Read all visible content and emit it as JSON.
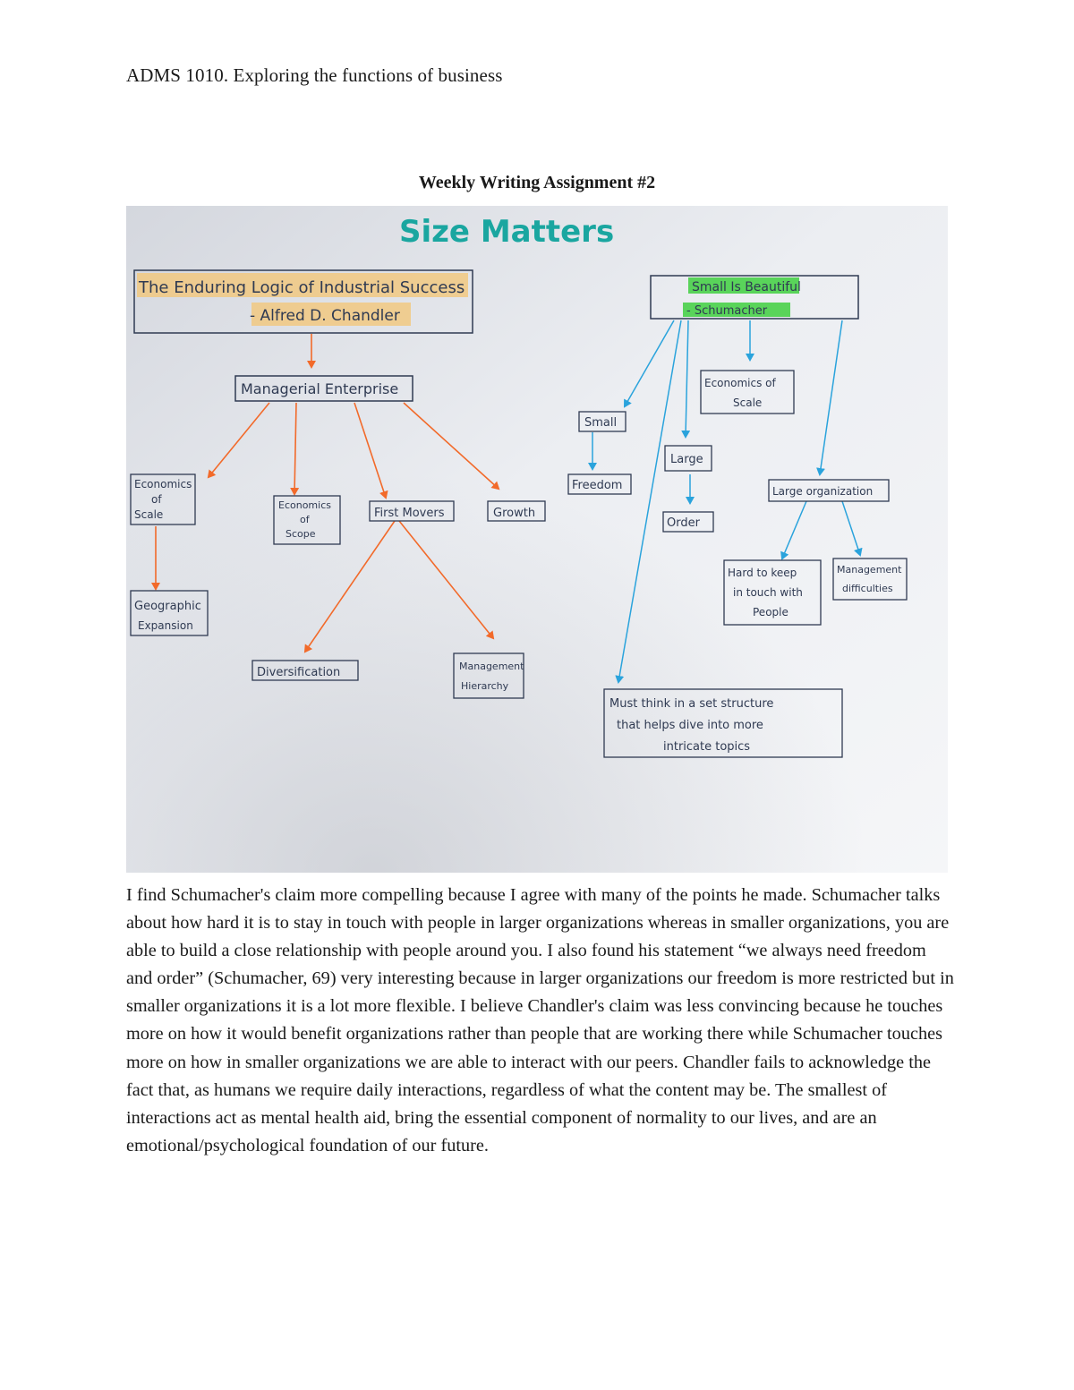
{
  "document": {
    "course_header": "ADMS 1010. Exploring the functions of business",
    "assignment_title": "Weekly Writing Assignment #2",
    "essay": "I find Schumacher's claim more compelling because I agree with many of the points he made. Schumacher talks about how hard it is to stay in touch with people in larger organizations whereas in smaller organizations, you are able to build a close relationship with people around you. I also found his statement “we always need freedom and order” (Schumacher, 69) very interesting because in larger organizations our freedom is more restricted but in smaller organizations it is a lot more flexible. I believe Chandler's claim was less convincing because he touches more on how it would benefit organizations rather than people that are working there while Schumacher touches more on how in smaller organizations we are able to interact with our peers. Chandler fails to acknowledge the fact that, as humans we require daily interactions, regardless of what the content may be. The smallest of interactions act as mental health aid, bring the essential component of normality to our lives, and are an emotional/psychological foundation of our future."
  },
  "concept_map": {
    "title": "Size Matters",
    "title_color": "#1aa6a0",
    "chandler": {
      "root_line1": "The Enduring Logic of Industrial Success",
      "root_line2": "- Alfred D. Chandler",
      "highlight_color": "#f2c77a",
      "arrow_color": "#f26a2a",
      "managerial": "Managerial Enterprise",
      "econ_scale": [
        "Economics",
        "of",
        "Scale"
      ],
      "econ_scope": [
        "Economics",
        "of",
        "Scope"
      ],
      "first_movers": "First Movers",
      "growth": "Growth",
      "geographic": [
        "Geographic",
        "Expansion"
      ],
      "diversification": "Diversification",
      "management_hierarchy": [
        "Management",
        "Hierarchy"
      ]
    },
    "schumacher": {
      "root_line1": "Small Is Beautiful",
      "root_line2": "- Schumacher",
      "highlight_color": "#3fcf3f",
      "arrow_color": "#2aa3dc",
      "econ_scale": [
        "Economics of",
        "Scale"
      ],
      "small": "Small",
      "freedom": "Freedom",
      "large": "Large",
      "order": "Order",
      "large_org": "Large organization",
      "hard_keep": [
        "Hard to keep",
        "in touch with",
        "People"
      ],
      "management_difficulties": [
        "Management",
        "difficulties"
      ],
      "must_think": [
        "Must think in a set structure",
        "that helps dive into more",
        "intricate topics"
      ]
    }
  }
}
